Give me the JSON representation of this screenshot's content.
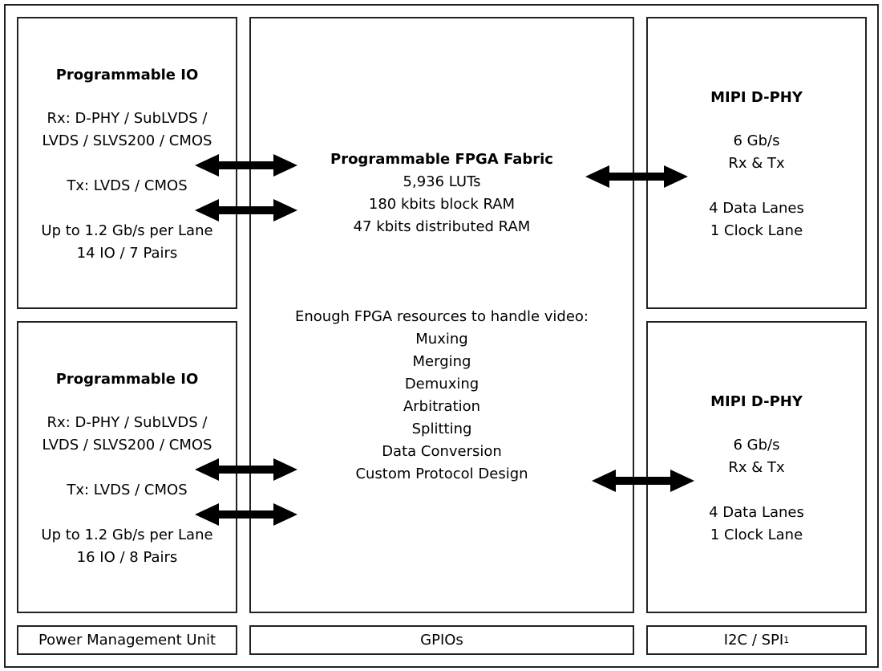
{
  "io_top": {
    "title": "Programmable IO",
    "rx": [
      "Rx: D-PHY / SubLVDS /",
      "LVDS / SLVS200 / CMOS"
    ],
    "tx": "Tx: LVDS / CMOS",
    "speed": [
      "Up to 1.2 Gb/s per Lane",
      "14 IO / 7 Pairs"
    ]
  },
  "io_bottom": {
    "title": "Programmable IO",
    "rx": [
      "Rx: D-PHY / SubLVDS /",
      "LVDS / SLVS200 / CMOS"
    ],
    "tx": "Tx: LVDS / CMOS",
    "speed": [
      "Up to 1.2 Gb/s per Lane",
      "16 IO / 8 Pairs"
    ]
  },
  "fabric": {
    "title": "Programmable FPGA Fabric",
    "specs": [
      "5,936 LUTs",
      "180 kbits block RAM",
      "47 kbits distributed RAM"
    ],
    "resources_heading": "Enough FPGA resources to handle video:",
    "resources": [
      "Muxing",
      "Merging",
      "Demuxing",
      "Arbitration",
      "Splitting",
      "Data Conversion",
      "Custom Protocol Design"
    ]
  },
  "mipi_top": {
    "title": "MIPI D-PHY",
    "rate": [
      "6 Gb/s",
      "Rx & Tx"
    ],
    "lanes": [
      "4 Data Lanes",
      "1 Clock Lane"
    ]
  },
  "mipi_bottom": {
    "title": "MIPI D-PHY",
    "rate": [
      "6 Gb/s",
      "Rx & Tx"
    ],
    "lanes": [
      "4 Data Lanes",
      "1 Clock Lane"
    ]
  },
  "bottom_bar": {
    "pmu": "Power Management Unit",
    "gpio": "GPIOs",
    "i2c": "I2C / SPI",
    "i2c_sup": "1"
  }
}
